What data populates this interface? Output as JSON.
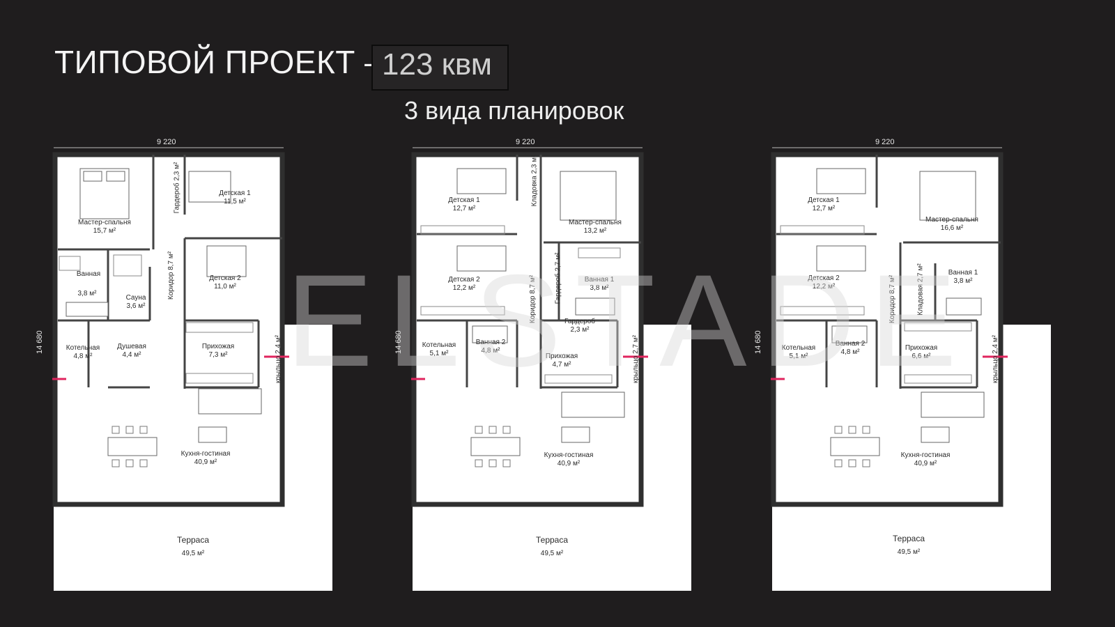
{
  "header": {
    "title": "ТИПОВОЙ ПРОЕКТ –",
    "area_value": "123 квм",
    "subtitle": "3 вида планировок"
  },
  "watermark": "ELSTADE",
  "plans": [
    {
      "width_dim": "9 220",
      "height_dim": "14 680",
      "rooms": {
        "master": {
          "name": "Мастер-спальня",
          "area": "15,7 м²"
        },
        "wardrobe": {
          "name": "Гардероб",
          "area": "2,3 м²"
        },
        "child1": {
          "name": "Детская 1",
          "area": "11,5 м²"
        },
        "bath": {
          "name": "Ванная",
          "area": "3,8 м²"
        },
        "sauna": {
          "name": "Сауна",
          "area": "3,6 м²"
        },
        "corridor": {
          "name": "Коридор",
          "area": "8,7 м²"
        },
        "child2": {
          "name": "Детская 2",
          "area": "11,0 м²"
        },
        "boiler": {
          "name": "Котельная",
          "area": "4,8 м²"
        },
        "shower": {
          "name": "Душевая",
          "area": "4,4 м²"
        },
        "hall": {
          "name": "Прихожая",
          "area": "7,3 м²"
        },
        "porch": {
          "name": "крыльцо",
          "area": "2,4 м²"
        },
        "kitchen": {
          "name": "Кухня-гостиная",
          "area": "40,9 м²"
        },
        "terrace": {
          "name": "Терраса",
          "area": "49,5 м²"
        }
      }
    },
    {
      "width_dim": "9 220",
      "height_dim": "14 680",
      "rooms": {
        "child1": {
          "name": "Детская 1",
          "area": "12,7 м²"
        },
        "storage": {
          "name": "Кладовка",
          "area": "2,3 м²"
        },
        "master": {
          "name": "Мастер-спальня",
          "area": "13,2 м²"
        },
        "child2": {
          "name": "Детская 2",
          "area": "12,2 м²"
        },
        "corridor": {
          "name": "Коридор",
          "area": "8,7 м²"
        },
        "wardrobe": {
          "name": "Гардероб",
          "area": "2,7 м²"
        },
        "bath1": {
          "name": "Ванная 1",
          "area": "3,8 м²"
        },
        "wardrobe2": {
          "name": "Гардероб",
          "area": "2,3 м²"
        },
        "boiler": {
          "name": "Котельная",
          "area": "5,1 м²"
        },
        "bath2": {
          "name": "Ванная 2",
          "area": "4,8 м²"
        },
        "hall": {
          "name": "Прихожая",
          "area": "4,7 м²"
        },
        "porch": {
          "name": "крыльцо",
          "area": "2,7 м²"
        },
        "kitchen": {
          "name": "Кухня-гостиная",
          "area": "40,9 м²"
        },
        "terrace": {
          "name": "Терраса",
          "area": "49,5 м²"
        }
      }
    },
    {
      "width_dim": "9 220",
      "height_dim": "14 680",
      "rooms": {
        "child1": {
          "name": "Детская 1",
          "area": "12,7 м²"
        },
        "master": {
          "name": "Мастер-спальня",
          "area": "16,6 м²"
        },
        "child2": {
          "name": "Детская 2",
          "area": "12,2 м²"
        },
        "corridor": {
          "name": "Коридор",
          "area": "8,7 м²"
        },
        "storage": {
          "name": "Кладовая",
          "area": "2,7 м²"
        },
        "bath1": {
          "name": "Ванная 1",
          "area": "3,8 м²"
        },
        "boiler": {
          "name": "Котельная",
          "area": "5,1 м²"
        },
        "bath2": {
          "name": "Ванная 2",
          "area": "4,8 м²"
        },
        "hall": {
          "name": "Прихожая",
          "area": "6,6 м²"
        },
        "porch": {
          "name": "крыльцо",
          "area": "2,4 м²"
        },
        "kitchen": {
          "name": "Кухня-гостиная",
          "area": "40,9 м²"
        },
        "terrace": {
          "name": "Терраса",
          "area": "49,5 м²"
        }
      }
    }
  ]
}
